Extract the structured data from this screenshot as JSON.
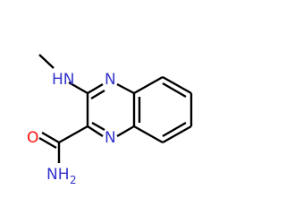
{
  "molecule": {
    "colors": {
      "bond": "#000000",
      "nitrogen": "#3333cc",
      "oxygen": "#ff0d0d",
      "background": "#ffffff"
    },
    "labels": {
      "methylamino_nh": "HN",
      "ring_n_top": "N",
      "ring_n_bottom": "N",
      "carbonyl_o": "O",
      "amide_nh": "NH",
      "amide_nh_subscript": "2"
    }
  }
}
